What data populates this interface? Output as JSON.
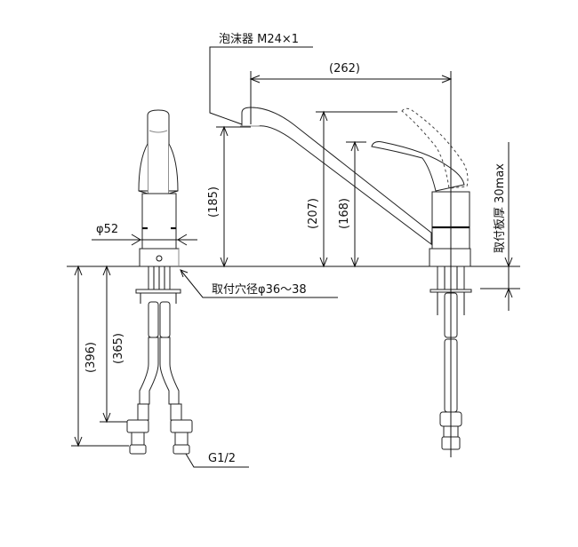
{
  "diagram": {
    "title": "Single-lever kitchen faucet dimension drawing",
    "unit": "mm",
    "labels": {
      "aerator": "泡沫器 M24×1",
      "reach": "(262)",
      "spout_height": "(185)",
      "lever_open_height": "(207)",
      "lever_closed_height": "(168)",
      "body_diameter": "φ52",
      "mount_hole": "取付穴径φ36〜38",
      "mount_thickness": "取付板厚 30max",
      "hose_length_total": "(396)",
      "hose_length_to_nut": "(365)",
      "connection": "G1/2"
    },
    "views": [
      "front-view",
      "side-view"
    ]
  }
}
